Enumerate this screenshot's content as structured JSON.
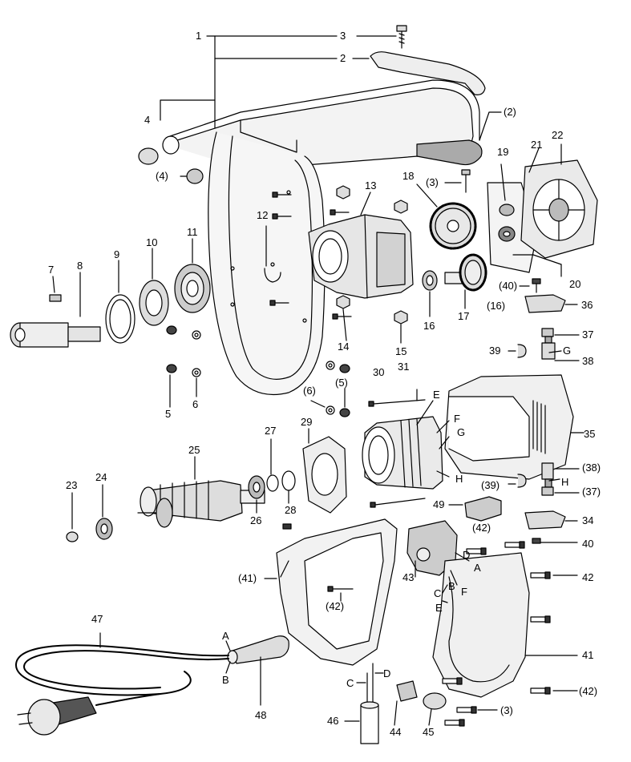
{
  "diagram": {
    "type": "exploded-parts-diagram",
    "colors": {
      "line": "#000000",
      "fill_light": "#e8e8e8",
      "fill_mid": "#c8c8c8",
      "fill_dark": "#555555"
    },
    "callouts": {
      "c1": "1",
      "c2": "2",
      "c3": "3",
      "c4": "4",
      "c4p": "(4)",
      "c2p": "(2)",
      "c3p": "(3)",
      "c5": "5",
      "c5p": "(5)",
      "c6": "6",
      "c6p": "(6)",
      "c7": "7",
      "c8": "8",
      "c9": "9",
      "c10": "10",
      "c11": "11",
      "c12": "12",
      "c13": "13",
      "c14": "14",
      "c15": "15",
      "c16": "16",
      "c16p": "(16)",
      "c17": "17",
      "c18": "18",
      "c19": "19",
      "c20": "20",
      "c21": "21",
      "c22": "22",
      "c23": "23",
      "c24": "24",
      "c25": "25",
      "c26": "26",
      "c27": "27",
      "c28": "28",
      "c29": "29",
      "c30": "30",
      "c31": "31",
      "c34": "34",
      "c35": "35",
      "c36": "36",
      "c37": "37",
      "c37p": "(37)",
      "c38": "38",
      "c38p": "(38)",
      "c39": "39",
      "c39p": "(39)",
      "c40": "40",
      "c40p": "(40)",
      "c41": "41",
      "c41p": "(41)",
      "c42": "42",
      "c42p_a": "(42)",
      "c42p_b": "(42)",
      "c42p_c": "(42)",
      "c43": "43",
      "c44": "44",
      "c45": "45",
      "c46": "46",
      "c47": "47",
      "c48": "48",
      "c49": "49",
      "c3p_b": "(3)"
    },
    "letters": {
      "E_stator": "E",
      "F_stator": "F",
      "G_stator": "G",
      "H_stator": "H",
      "G_brush": "G",
      "H_brush": "H",
      "A_switch": "A",
      "B_switch": "B",
      "C_switch": "C",
      "D_switch": "D",
      "E_switch": "E",
      "F_switch": "F",
      "A_cable": "A",
      "B_cable": "B",
      "C_cap": "C",
      "D_cap": "D"
    }
  }
}
